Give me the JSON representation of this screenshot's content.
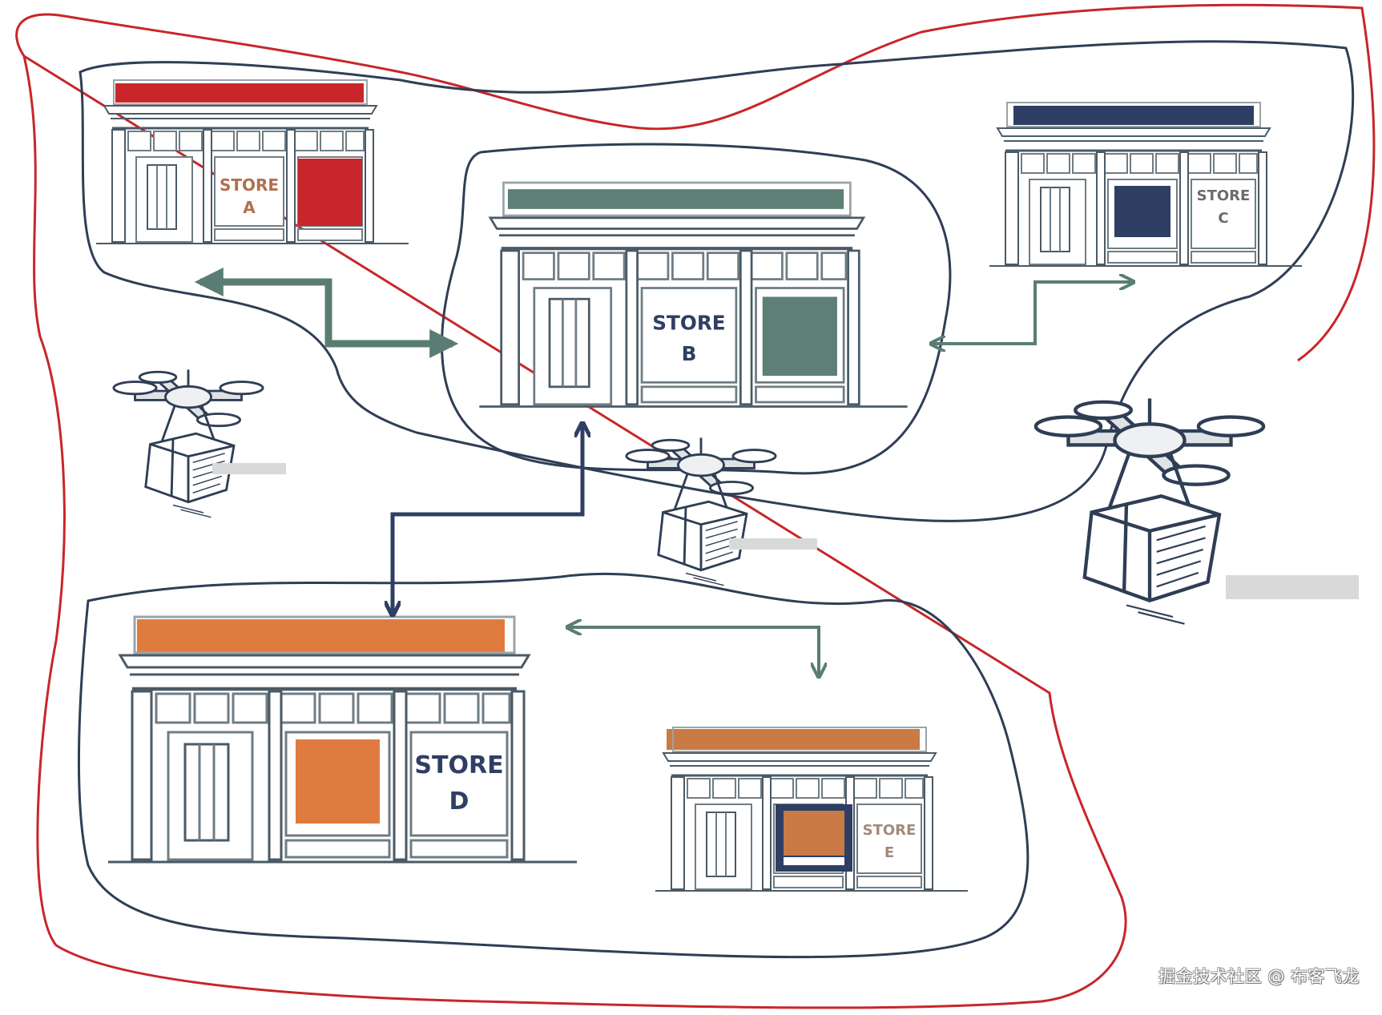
{
  "diagram": {
    "colors": {
      "outer_boundary": "#c8262a",
      "inner_boundary": "#2f3e55",
      "arrow_green": "#5a7d73",
      "arrow_navy": "#2f3e63",
      "line_art": "#3a4a5c"
    },
    "stores": [
      {
        "id": "A",
        "line1": "STORE",
        "line2": "A",
        "sign_color": "#c8262a",
        "window_color": "#c8262a",
        "label_color": "#b0704e"
      },
      {
        "id": "B",
        "line1": "STORE",
        "line2": "B",
        "sign_color": "#5d7f76",
        "window_color": "#5d7f76",
        "label_color": "#2f3e63"
      },
      {
        "id": "C",
        "line1": "STORE",
        "line2": "C",
        "sign_color": "#2f3e63",
        "window_color": "#2f3e63",
        "label_color": "#6b6b6b"
      },
      {
        "id": "D",
        "line1": "STORE",
        "line2": "D",
        "sign_color": "#e07b3f",
        "window_color": "#e07b3f",
        "label_color": "#2f3e63"
      },
      {
        "id": "E",
        "line1": "STORE",
        "line2": "E",
        "sign_color": "#c97a45",
        "window_color": "#c97a45",
        "label_color": "#a08a7a"
      }
    ],
    "connections": [
      {
        "from": "A",
        "to": "B",
        "style": "green"
      },
      {
        "from": "B",
        "to": "C",
        "style": "green"
      },
      {
        "from": "B",
        "to": "D",
        "style": "navy"
      },
      {
        "from": "D",
        "to": "E",
        "style": "green"
      }
    ],
    "drones": [
      {
        "id": "drone-left",
        "carrying": "package"
      },
      {
        "id": "drone-center",
        "carrying": "package"
      },
      {
        "id": "drone-right",
        "carrying": "package"
      }
    ]
  },
  "watermark": "掘金技术社区 @ 布客飞龙"
}
